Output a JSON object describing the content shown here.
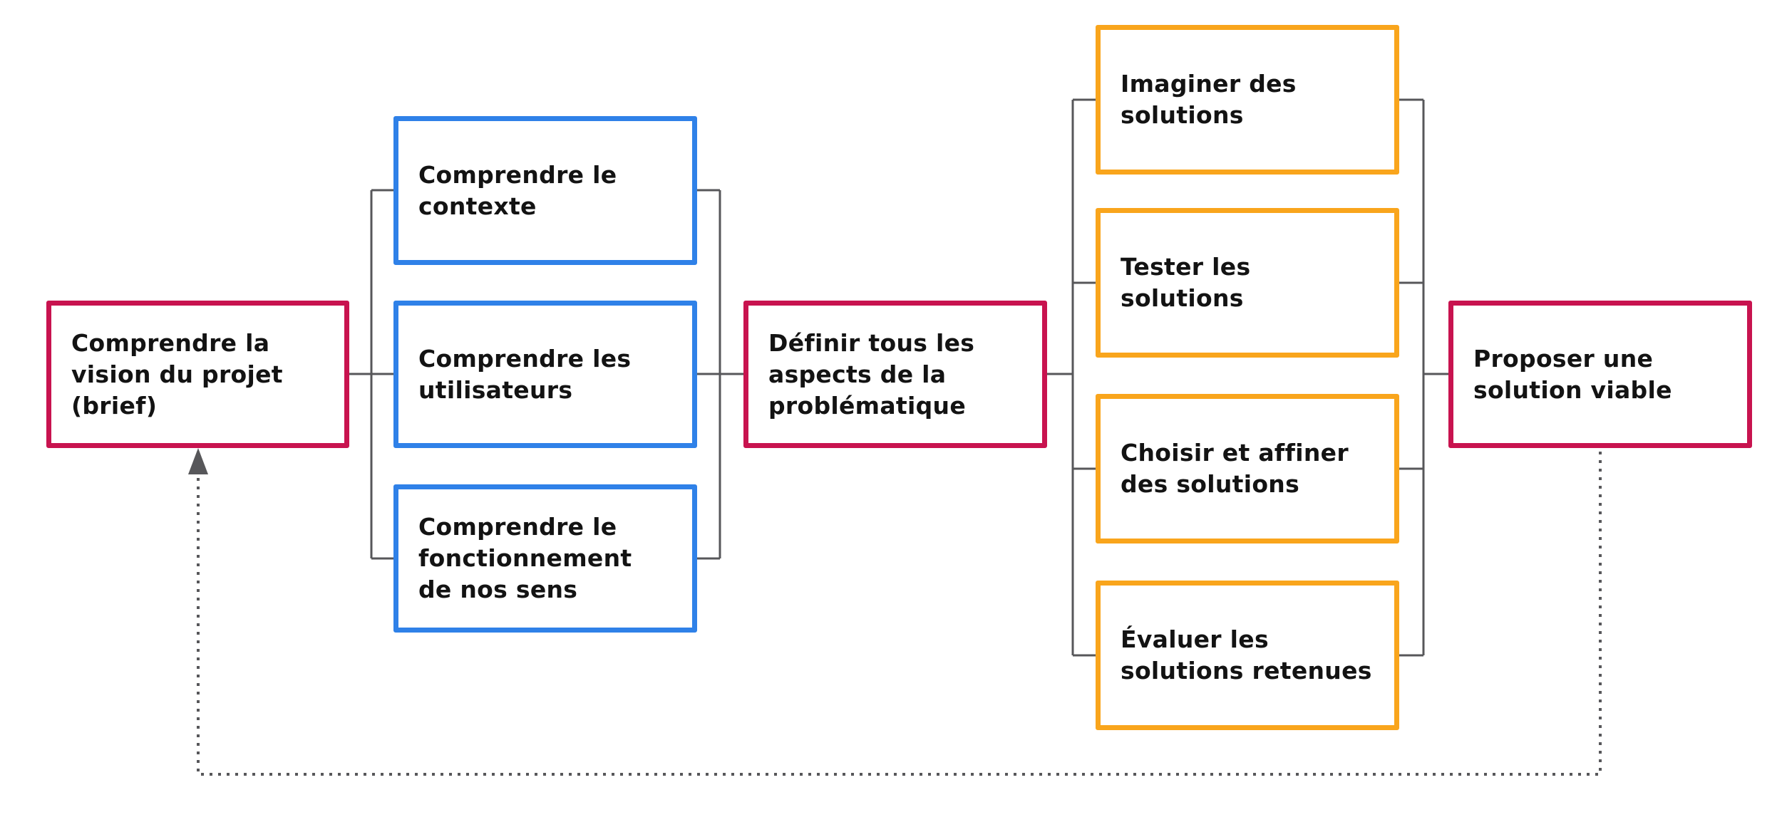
{
  "diagram": {
    "type": "flowchart",
    "background": "#ffffff",
    "colors": {
      "primary": "#C8134F",
      "secondary": "#2F81E8",
      "tertiary": "#F9A51C",
      "connector": "#57575A",
      "text": "#131313"
    },
    "nodes": [
      {
        "id": "brief",
        "label": "Comprendre la\nvision du projet\n(brief)",
        "border": "primary"
      },
      {
        "id": "contexte",
        "label": "Comprendre le\ncontexte",
        "border": "secondary"
      },
      {
        "id": "utilisateurs",
        "label": "Comprendre les\nutilisateurs",
        "border": "secondary"
      },
      {
        "id": "sens",
        "label": "Comprendre le\nfonctionnement\nde nos sens",
        "border": "secondary"
      },
      {
        "id": "definir",
        "label": "Définir tous les\naspects de la\nproblématique",
        "border": "primary"
      },
      {
        "id": "imaginer",
        "label": "Imaginer des\nsolutions",
        "border": "tertiary"
      },
      {
        "id": "tester",
        "label": "Tester les\nsolutions",
        "border": "tertiary"
      },
      {
        "id": "choisir",
        "label": "Choisir et affiner\ndes solutions",
        "border": "tertiary"
      },
      {
        "id": "evaluer",
        "label": "Évaluer les\nsolutions retenues",
        "border": "tertiary"
      },
      {
        "id": "proposer",
        "label": "Proposer une\nsolution viable",
        "border": "primary"
      }
    ],
    "edges": [
      {
        "from": "brief",
        "to": "contexte",
        "style": "solid"
      },
      {
        "from": "brief",
        "to": "utilisateurs",
        "style": "solid"
      },
      {
        "from": "brief",
        "to": "sens",
        "style": "solid"
      },
      {
        "from": "contexte",
        "to": "definir",
        "style": "solid"
      },
      {
        "from": "utilisateurs",
        "to": "definir",
        "style": "solid"
      },
      {
        "from": "sens",
        "to": "definir",
        "style": "solid"
      },
      {
        "from": "definir",
        "to": "imaginer",
        "style": "solid"
      },
      {
        "from": "definir",
        "to": "tester",
        "style": "solid"
      },
      {
        "from": "definir",
        "to": "choisir",
        "style": "solid"
      },
      {
        "from": "definir",
        "to": "evaluer",
        "style": "solid"
      },
      {
        "from": "imaginer",
        "to": "proposer",
        "style": "solid"
      },
      {
        "from": "tester",
        "to": "proposer",
        "style": "solid"
      },
      {
        "from": "choisir",
        "to": "proposer",
        "style": "solid"
      },
      {
        "from": "evaluer",
        "to": "proposer",
        "style": "solid"
      },
      {
        "from": "proposer",
        "to": "brief",
        "style": "dotted-arrow"
      }
    ]
  }
}
